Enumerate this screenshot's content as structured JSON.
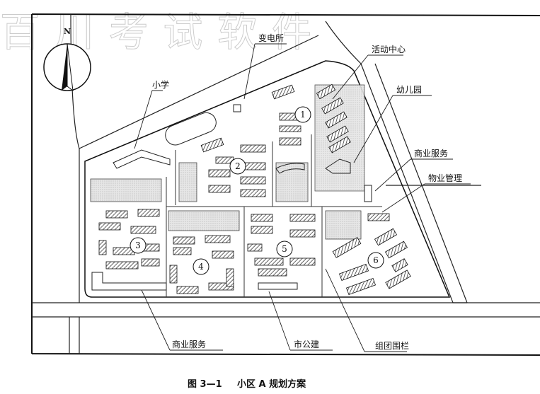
{
  "watermark": "百川考试软件",
  "compass": {
    "north_label": "N"
  },
  "labels": {
    "substation": "变电所",
    "activity_center": "活动中心",
    "primary_school": "小学",
    "kindergarten": "幼儿园",
    "commercial_service_right": "商业服务",
    "property_management": "物业管理",
    "commercial_service_bottom": "商业服务",
    "public_building": "市公建",
    "group_fence": "组团围栏"
  },
  "clusters": [
    "1",
    "2",
    "3",
    "4",
    "5",
    "6"
  ],
  "caption": {
    "figure": "图 3—1",
    "title": "小区 A 规划方案"
  }
}
